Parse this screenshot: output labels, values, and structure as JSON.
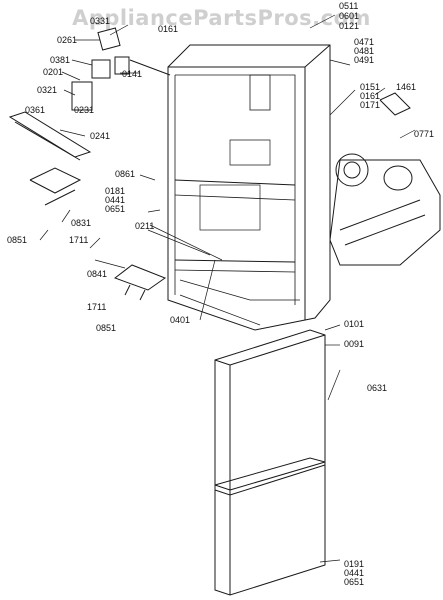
{
  "watermark": "AppliancePartsPros.com",
  "colors": {
    "line": "#1a1a1a",
    "watermark": "#cfcfcf",
    "background": "#ffffff"
  },
  "callouts": {
    "c0331": "0331",
    "c0261": "0261",
    "c0381": "0381",
    "c0201": "0201",
    "c0321": "0321",
    "c0231": "0231",
    "c0141": "0141",
    "c0361": "0361",
    "c0241": "0241",
    "c0861": "0861",
    "c0181": "0181",
    "c0441a": "0441",
    "c0651a": "0651",
    "c0211": "0211",
    "c0831": "0831",
    "c0851a": "0851",
    "c1711a": "1711",
    "c0841": "0841",
    "c1711b": "1711",
    "c0851b": "0851",
    "c0401": "0401",
    "c0511": "0511",
    "c0601": "0601",
    "c0121": "0121",
    "c0471": "0471",
    "c0481": "0481",
    "c0491": "0491",
    "c0151": "0151",
    "c0161": "0161",
    "c0171": "0171",
    "c1461": "1461",
    "c0771": "0771",
    "c0101": "0101",
    "c0091": "0091",
    "c0631": "0631",
    "c0191": "0191",
    "c0441b": "0441",
    "c0651b": "0651",
    "c0161top": "0161"
  }
}
